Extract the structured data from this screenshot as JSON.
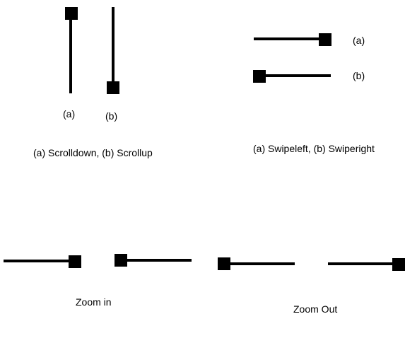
{
  "scroll": {
    "label_a": "(a)",
    "label_b": "(b)",
    "caption": "(a) Scrolldown, (b) Scrollup"
  },
  "swipe": {
    "label_a": "(a)",
    "label_b": "(b)",
    "caption": "(a) Swipeleft, (b) Swiperight"
  },
  "zoom_in": {
    "caption": "Zoom in"
  },
  "zoom_out": {
    "caption": "Zoom Out"
  },
  "colors": {
    "stroke": "#000000",
    "background": "#ffffff"
  },
  "icons": [
    "slider-handle-square"
  ]
}
